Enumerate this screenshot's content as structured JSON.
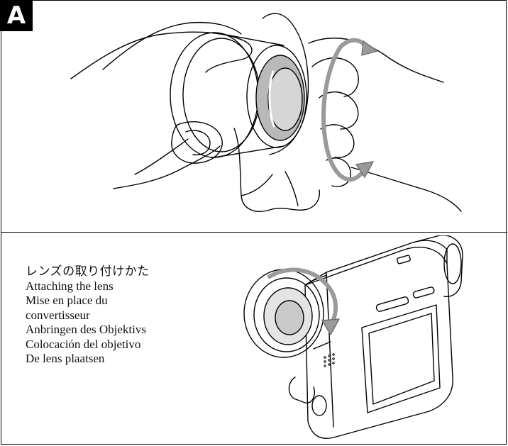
{
  "panel": {
    "label": "A"
  },
  "captions": [
    "レンズの取り付けかた",
    "Attaching the lens",
    "Mise en place du",
    "convertisseur",
    "Anbringen des Objektivs",
    "Colocación del objetivo",
    "De lens plaatsen"
  ],
  "colors": {
    "ink": "#000000",
    "paper": "#ffffff",
    "lens_gray": "#b9b9b9",
    "arrow_gray": "#9a9a9a"
  }
}
